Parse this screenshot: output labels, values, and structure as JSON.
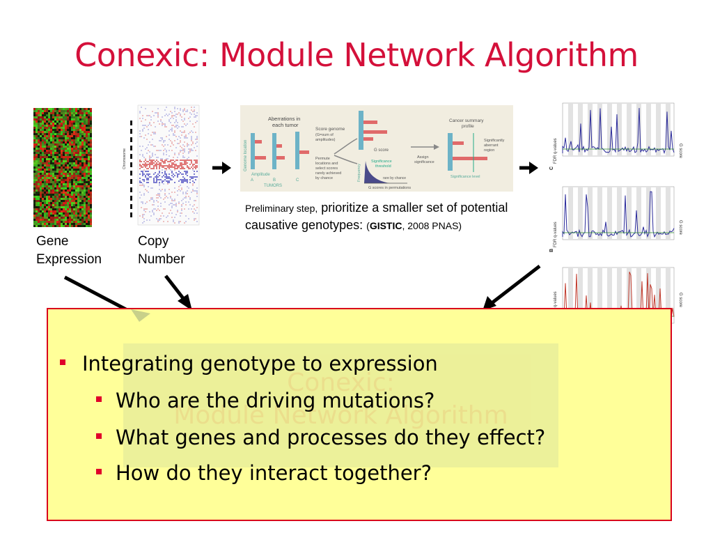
{
  "slide": {
    "title": "Conexic: Module Network Algorithm",
    "gene_label_1": "Gene",
    "gene_label_2": "Expression",
    "copy_label_1": "Copy",
    "copy_label_2": "Number",
    "prelim_small": "Preliminary step,",
    "prelim_main": "prioritize a smaller set of potential causative genotypes:",
    "prelim_open": "(",
    "prelim_bold": "GISTIC",
    "prelim_tail": ", 2008 PNAS)",
    "ghost_line1": "Conexic:",
    "ghost_line2": "Module Network Algorithm",
    "bullets": {
      "b1": "Integrating genotype to expression",
      "b2": "Who are the driving mutations?",
      "b3": "What genes and processes do they effect?",
      "b4": "How do they interact together?"
    }
  },
  "gistic_figure": {
    "aberrations": "Aberrations in",
    "each_tumor": "each tumor",
    "genome_location": "Genome location",
    "amplitude": "Amplitude",
    "tumors": "TUMORS",
    "col_a": "A",
    "col_b": "B",
    "col_c": "C",
    "score_genome": "Score genome",
    "score_sub1": "(G=sum of",
    "score_sub2": "amplitudes)",
    "g_score": "G score",
    "permute1": "Permute",
    "permute2": "locations and",
    "permute3": "select scores",
    "permute4": "rarely achieved",
    "permute5": "by chance",
    "frequency": "Frequency",
    "sig_threshold1": "Significance",
    "sig_threshold2": "threshold",
    "rare_by_chance": "rare by chance",
    "g_scores_perm": "G scores in permutations",
    "assign1": "Assign",
    "assign2": "significance",
    "cancer_summary1": "Cancer summary",
    "cancer_summary2": "profile",
    "sig_aberrant1": "Significantly",
    "sig_aberrant2": "aberrant",
    "sig_aberrant3": "region",
    "sig_level": "Significance level"
  },
  "copy_number_figure": {
    "chromosome": "Chromosome"
  },
  "fdr_figure": {
    "fdr": "FDR q-values",
    "gscore": "G score",
    "label_c": "C",
    "label_b": "B"
  },
  "colors": {
    "title": "#d4103a",
    "panel_bg": "#ffff99",
    "panel_border": "#d9001b",
    "bullet": "#e0002a"
  }
}
